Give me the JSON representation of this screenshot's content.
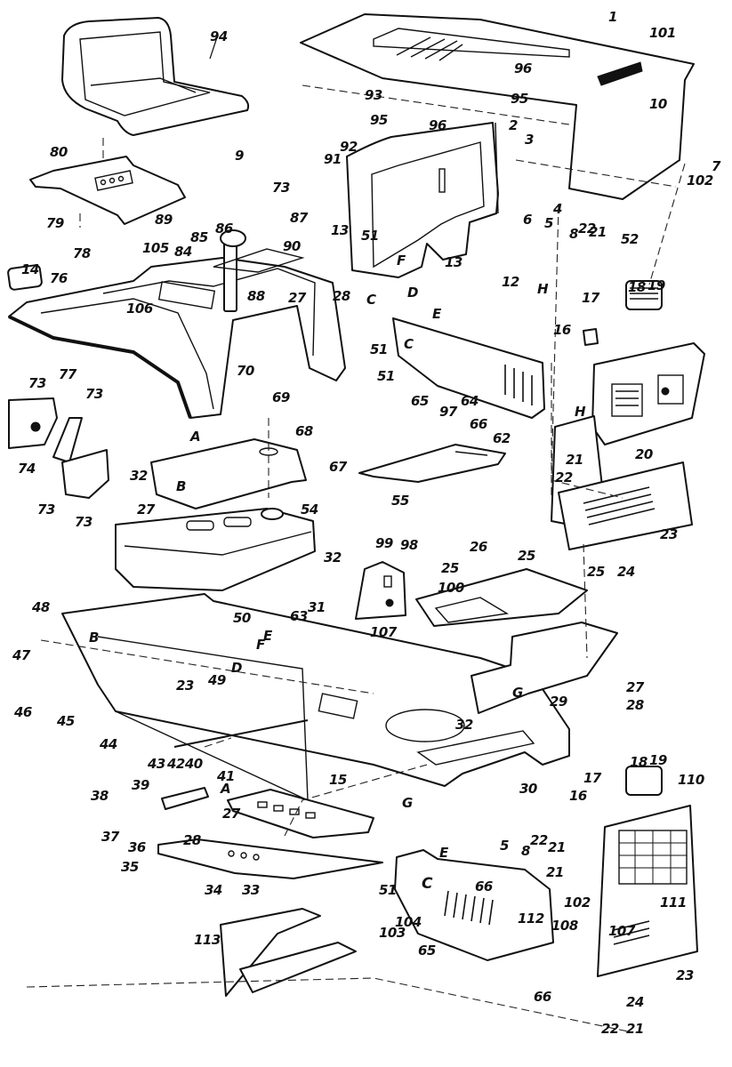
{
  "diagram": {
    "title": "",
    "subject": "Lawn tractor body, hood, seat and frame - exploded parts view",
    "colors": {
      "ink": "#111111",
      "background": "#ffffff"
    },
    "labels": [
      {
        "id": "94",
        "text": "94"
      },
      {
        "id": "1",
        "text": "1"
      },
      {
        "id": "101",
        "text": "101"
      },
      {
        "id": "96a",
        "text": "96"
      },
      {
        "id": "95a",
        "text": "95"
      },
      {
        "id": "93",
        "text": "93"
      },
      {
        "id": "95b",
        "text": "95"
      },
      {
        "id": "96b",
        "text": "96"
      },
      {
        "id": "10",
        "text": "10"
      },
      {
        "id": "2",
        "text": "2"
      },
      {
        "id": "3",
        "text": "3"
      },
      {
        "id": "9",
        "text": "9"
      },
      {
        "id": "92",
        "text": "92"
      },
      {
        "id": "91",
        "text": "91"
      },
      {
        "id": "80",
        "text": "80"
      },
      {
        "id": "73a",
        "text": "73"
      },
      {
        "id": "87",
        "text": "87"
      },
      {
        "id": "4",
        "text": "4"
      },
      {
        "id": "6",
        "text": "6"
      },
      {
        "id": "5a",
        "text": "5"
      },
      {
        "id": "102a",
        "text": "102"
      },
      {
        "id": "7",
        "text": "7"
      },
      {
        "id": "89",
        "text": "89"
      },
      {
        "id": "79",
        "text": "79"
      },
      {
        "id": "8a",
        "text": "8"
      },
      {
        "id": "22a",
        "text": "22"
      },
      {
        "id": "21a",
        "text": "21"
      },
      {
        "id": "52",
        "text": "52"
      },
      {
        "id": "13a",
        "text": "13"
      },
      {
        "id": "90",
        "text": "90"
      },
      {
        "id": "78",
        "text": "78"
      },
      {
        "id": "105",
        "text": "105"
      },
      {
        "id": "84",
        "text": "84"
      },
      {
        "id": "85",
        "text": "85"
      },
      {
        "id": "86",
        "text": "86"
      },
      {
        "id": "51a",
        "text": "51"
      },
      {
        "id": "F1",
        "text": "F"
      },
      {
        "id": "13b",
        "text": "13"
      },
      {
        "id": "12",
        "text": "12"
      },
      {
        "id": "H1",
        "text": "H"
      },
      {
        "id": "14",
        "text": "14"
      },
      {
        "id": "76",
        "text": "76"
      },
      {
        "id": "106",
        "text": "106"
      },
      {
        "id": "88",
        "text": "88"
      },
      {
        "id": "27a",
        "text": "27"
      },
      {
        "id": "28a",
        "text": "28"
      },
      {
        "id": "C1",
        "text": "C"
      },
      {
        "id": "D1",
        "text": "D"
      },
      {
        "id": "17a",
        "text": "17"
      },
      {
        "id": "18a",
        "text": "18"
      },
      {
        "id": "19a",
        "text": "19"
      },
      {
        "id": "E1",
        "text": "E"
      },
      {
        "id": "16a",
        "text": "16"
      },
      {
        "id": "70",
        "text": "70"
      },
      {
        "id": "51b",
        "text": "51"
      },
      {
        "id": "C2",
        "text": "C"
      },
      {
        "id": "51c",
        "text": "51"
      },
      {
        "id": "77",
        "text": "77"
      },
      {
        "id": "65a",
        "text": "65"
      },
      {
        "id": "64",
        "text": "64"
      },
      {
        "id": "97",
        "text": "97"
      },
      {
        "id": "69",
        "text": "69"
      },
      {
        "id": "73b",
        "text": "73"
      },
      {
        "id": "73c",
        "text": "73"
      },
      {
        "id": "66a",
        "text": "66"
      },
      {
        "id": "H2",
        "text": "H"
      },
      {
        "id": "20",
        "text": "20"
      },
      {
        "id": "A1",
        "text": "A"
      },
      {
        "id": "68",
        "text": "68"
      },
      {
        "id": "74",
        "text": "74"
      },
      {
        "id": "62",
        "text": "62"
      },
      {
        "id": "67",
        "text": "67"
      },
      {
        "id": "21b",
        "text": "21"
      },
      {
        "id": "22b",
        "text": "22"
      },
      {
        "id": "32a",
        "text": "32"
      },
      {
        "id": "B1",
        "text": "B"
      },
      {
        "id": "27b",
        "text": "27"
      },
      {
        "id": "55",
        "text": "55"
      },
      {
        "id": "73d",
        "text": "73"
      },
      {
        "id": "73e",
        "text": "73"
      },
      {
        "id": "23a",
        "text": "23"
      },
      {
        "id": "54",
        "text": "54"
      },
      {
        "id": "24a",
        "text": "24"
      },
      {
        "id": "32b",
        "text": "32"
      },
      {
        "id": "99",
        "text": "99"
      },
      {
        "id": "98",
        "text": "98"
      },
      {
        "id": "25a",
        "text": "25"
      },
      {
        "id": "26",
        "text": "26"
      },
      {
        "id": "25b",
        "text": "25"
      },
      {
        "id": "25c",
        "text": "25"
      },
      {
        "id": "100",
        "text": "100"
      },
      {
        "id": "31",
        "text": "31"
      },
      {
        "id": "48",
        "text": "48"
      },
      {
        "id": "50",
        "text": "50"
      },
      {
        "id": "63",
        "text": "63"
      },
      {
        "id": "107a",
        "text": "107"
      },
      {
        "id": "E2",
        "text": "E"
      },
      {
        "id": "F2",
        "text": "F"
      },
      {
        "id": "B2",
        "text": "B"
      },
      {
        "id": "47",
        "text": "47"
      },
      {
        "id": "D2",
        "text": "D"
      },
      {
        "id": "49",
        "text": "49"
      },
      {
        "id": "29",
        "text": "29"
      },
      {
        "id": "27c",
        "text": "27"
      },
      {
        "id": "28b",
        "text": "28"
      },
      {
        "id": "23b",
        "text": "23"
      },
      {
        "id": "46",
        "text": "46"
      },
      {
        "id": "45",
        "text": "45"
      },
      {
        "id": "G1",
        "text": "G"
      },
      {
        "id": "32c",
        "text": "32"
      },
      {
        "id": "44",
        "text": "44"
      },
      {
        "id": "43",
        "text": "43"
      },
      {
        "id": "4240",
        "text": "4240"
      },
      {
        "id": "41",
        "text": "41"
      },
      {
        "id": "15",
        "text": "15"
      },
      {
        "id": "30",
        "text": "30"
      },
      {
        "id": "38",
        "text": "38"
      },
      {
        "id": "39",
        "text": "39"
      },
      {
        "id": "A2",
        "text": "A"
      },
      {
        "id": "G2",
        "text": "G"
      },
      {
        "id": "37",
        "text": "37"
      },
      {
        "id": "27d",
        "text": "27"
      },
      {
        "id": "28c",
        "text": "28"
      },
      {
        "id": "36",
        "text": "36"
      },
      {
        "id": "35",
        "text": "35"
      },
      {
        "id": "34",
        "text": "34"
      },
      {
        "id": "33",
        "text": "33"
      },
      {
        "id": "17b",
        "text": "17"
      },
      {
        "id": "16b",
        "text": "16"
      },
      {
        "id": "18b",
        "text": "18"
      },
      {
        "id": "19b",
        "text": "19"
      },
      {
        "id": "110",
        "text": "110"
      },
      {
        "id": "E3",
        "text": "E"
      },
      {
        "id": "5b",
        "text": "5"
      },
      {
        "id": "8b",
        "text": "8"
      },
      {
        "id": "22c",
        "text": "22"
      },
      {
        "id": "21c",
        "text": "21"
      },
      {
        "id": "21d",
        "text": "21"
      },
      {
        "id": "51d",
        "text": "51"
      },
      {
        "id": "C3",
        "text": "C"
      },
      {
        "id": "66b",
        "text": "66"
      },
      {
        "id": "102b",
        "text": "102"
      },
      {
        "id": "112",
        "text": "112"
      },
      {
        "id": "108",
        "text": "108"
      },
      {
        "id": "111",
        "text": "111"
      },
      {
        "id": "103",
        "text": "103"
      },
      {
        "id": "104",
        "text": "104"
      },
      {
        "id": "107b",
        "text": "107"
      },
      {
        "id": "65b",
        "text": "65"
      },
      {
        "id": "113",
        "text": "113"
      },
      {
        "id": "23c",
        "text": "23"
      },
      {
        "id": "66c",
        "text": "66"
      },
      {
        "id": "24b",
        "text": "24"
      },
      {
        "id": "22d",
        "text": "22"
      },
      {
        "id": "21e",
        "text": "21"
      }
    ]
  }
}
